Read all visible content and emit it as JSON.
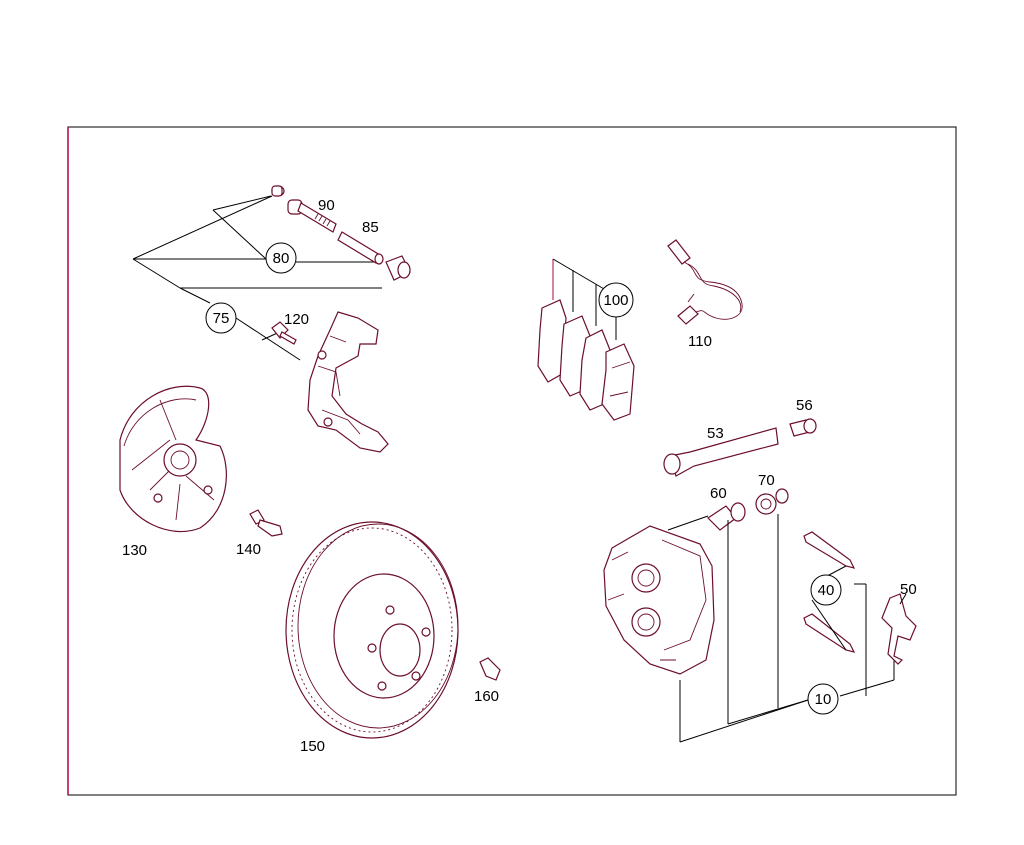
{
  "diagram": {
    "accent_color": "#b3004b",
    "line_color": "#000000",
    "part_color": "#6b0f2a",
    "labels": {
      "p10": "10",
      "p40": "40",
      "p50": "50",
      "p53": "53",
      "p56": "56",
      "p60": "60",
      "p70": "70",
      "p75": "75",
      "p80": "80",
      "p85": "85",
      "p90": "90",
      "p100": "100",
      "p110": "110",
      "p120": "120",
      "p130": "130",
      "p140": "140",
      "p150": "150",
      "p160": "160"
    }
  }
}
